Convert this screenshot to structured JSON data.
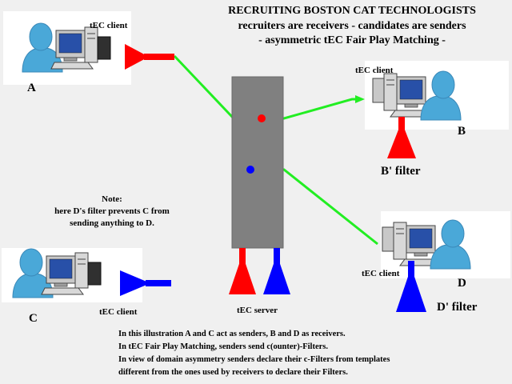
{
  "title": {
    "line1": "RECRUITING BOSTON CAT TECHNOLOGISTS",
    "line2": "recruiters are receivers - candidates are senders",
    "line3": "- asymmetric tEC Fair Play Matching -"
  },
  "clients": {
    "a": {
      "label": "tEC client",
      "letter": "A"
    },
    "b": {
      "label": "tEC client",
      "letter": "B"
    },
    "c": {
      "label": "tEC client",
      "letter": "C"
    },
    "d": {
      "label": "tEC client",
      "letter": "D"
    }
  },
  "filters": {
    "b": "B' filter",
    "d": "D' filter"
  },
  "server": {
    "label": "tEC server"
  },
  "note": {
    "line1": "Note:",
    "line2": "here D's filter prevents C from",
    "line3": "sending anything to D."
  },
  "caption": {
    "line1": "In this illustration A and C act as senders, B and D as receivers.",
    "line2": "In tEC Fair Play Matching, senders send c(ounter)-Filters.",
    "line3": "In view of domain asymmetry senders declare their c-Filters from templates",
    "line4": "different from the ones used by receivers to declare their Filters."
  },
  "colors": {
    "background": "#f0f0f0",
    "connection": "#22ee22",
    "sender_filter": "#ff0000",
    "receiver_filter": "#0000ff",
    "server": "#808080",
    "person": "#4aa8d8",
    "computer": "#c8c8c8",
    "screen": "#2850a8"
  },
  "icons": [
    "person-icon",
    "computer-icon",
    "funnel-icon",
    "server-icon"
  ]
}
